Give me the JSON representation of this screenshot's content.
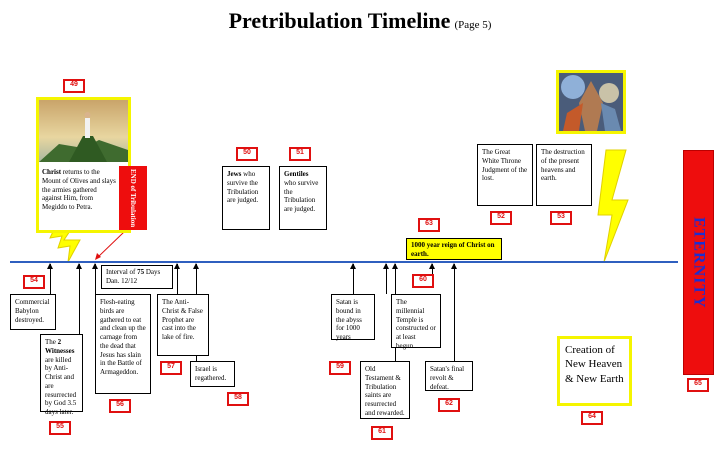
{
  "title": {
    "main": "Pretribulation Timeline",
    "sub": "(Page 5)"
  },
  "colors": {
    "timeline": "#2f5fbf",
    "number_border": "#e01010",
    "highlight": "#ffff00",
    "eternity_bg": "#ee0d0d",
    "eternity_text": "#1d2fd0",
    "lightning": "#ffff00"
  },
  "numbers": {
    "n49": "49",
    "n50": "50",
    "n51": "51",
    "n52": "52",
    "n53": "53",
    "n54": "54",
    "n55": "55",
    "n56": "56",
    "n57": "57",
    "n58": "58",
    "n59": "59",
    "n60": "60",
    "n61": "61",
    "n62": "62",
    "n63": "63",
    "n64": "64",
    "n65": "65"
  },
  "boxes": {
    "christ_returns": {
      "bold": "Christ",
      "text": " returns to the Mount of Olives and slays the armies gathered against Him, from Megiddo to Petra."
    },
    "end_tribulation": "END of Tribulation",
    "jews": {
      "bold": "Jews",
      "text": " who survive the Tribulation are judged."
    },
    "gentiles": {
      "bold": "Gentiles",
      "text": " who survive the Tribulation are judged."
    },
    "great_white_throne": "The Great White Throne Judgment of the lost.",
    "destruction": "The destruction of the present heavens and earth.",
    "millennial_reign": "1000 year reign of Christ on earth.",
    "eternity": "ETERNITY",
    "commercial_babylon": "Commercial Babylon destroyed.",
    "interval_line1": {
      "pre": "Interval of ",
      "bold": "75",
      "post": " Days"
    },
    "interval_line2": "Dan. 12/12",
    "two_witnesses": {
      "pre": "The ",
      "bold": "2 Witnesses",
      "post": " are killed by Anti-Christ and are resurrected by God 3.5 days later."
    },
    "flesh_eating": "Flesh-eating birds are gathered to eat and clean up the carnage from the dead that Jesus has slain in the Battle of Armageddon.",
    "antichrist_cast": "The Anti-Christ & False Prophet are cast into the lake of fire.",
    "israel_regathered": "Israel is regathered.",
    "satan_bound": "Satan is bound in the abyss for 1000 years",
    "millennial_temple": "The millennial Temple is constructed or at least begun.",
    "ot_saints": "Old Testament & Tribulation saints are resurrected and rewarded.",
    "satan_revolt": "Satan's final revolt & defeat.",
    "creation": "Creation of New Heaven & New Earth"
  }
}
